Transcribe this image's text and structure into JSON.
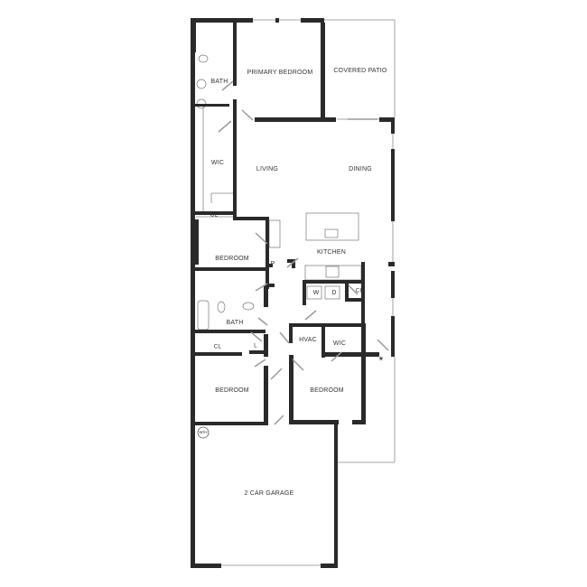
{
  "floorplan": {
    "wall_color": "#2a2a2a",
    "door_color": "#9a9a9a",
    "rooms": {
      "primary_bedroom": "PRIMARY BEDROOM",
      "covered_patio": "COVERED PATIO",
      "primary_bath": "BATH",
      "wic_primary": "WIC",
      "living": "LIVING",
      "dining": "DINING",
      "closet_1": "CL",
      "kitchen": "KITCHEN",
      "bedroom_1": "BEDROOM",
      "pantry": "P",
      "washer": "W",
      "dryer": "D",
      "closet_2": "CL",
      "bath_2": "BATH",
      "closet_3": "CL",
      "linen": "L",
      "hvac": "HVAC",
      "wic_2": "WIC",
      "bedroom_2": "BEDROOM",
      "bedroom_3": "BEDROOM",
      "water_heater": "W/H",
      "garage": "2 CAR GARAGE"
    },
    "entry_marker": "*"
  }
}
